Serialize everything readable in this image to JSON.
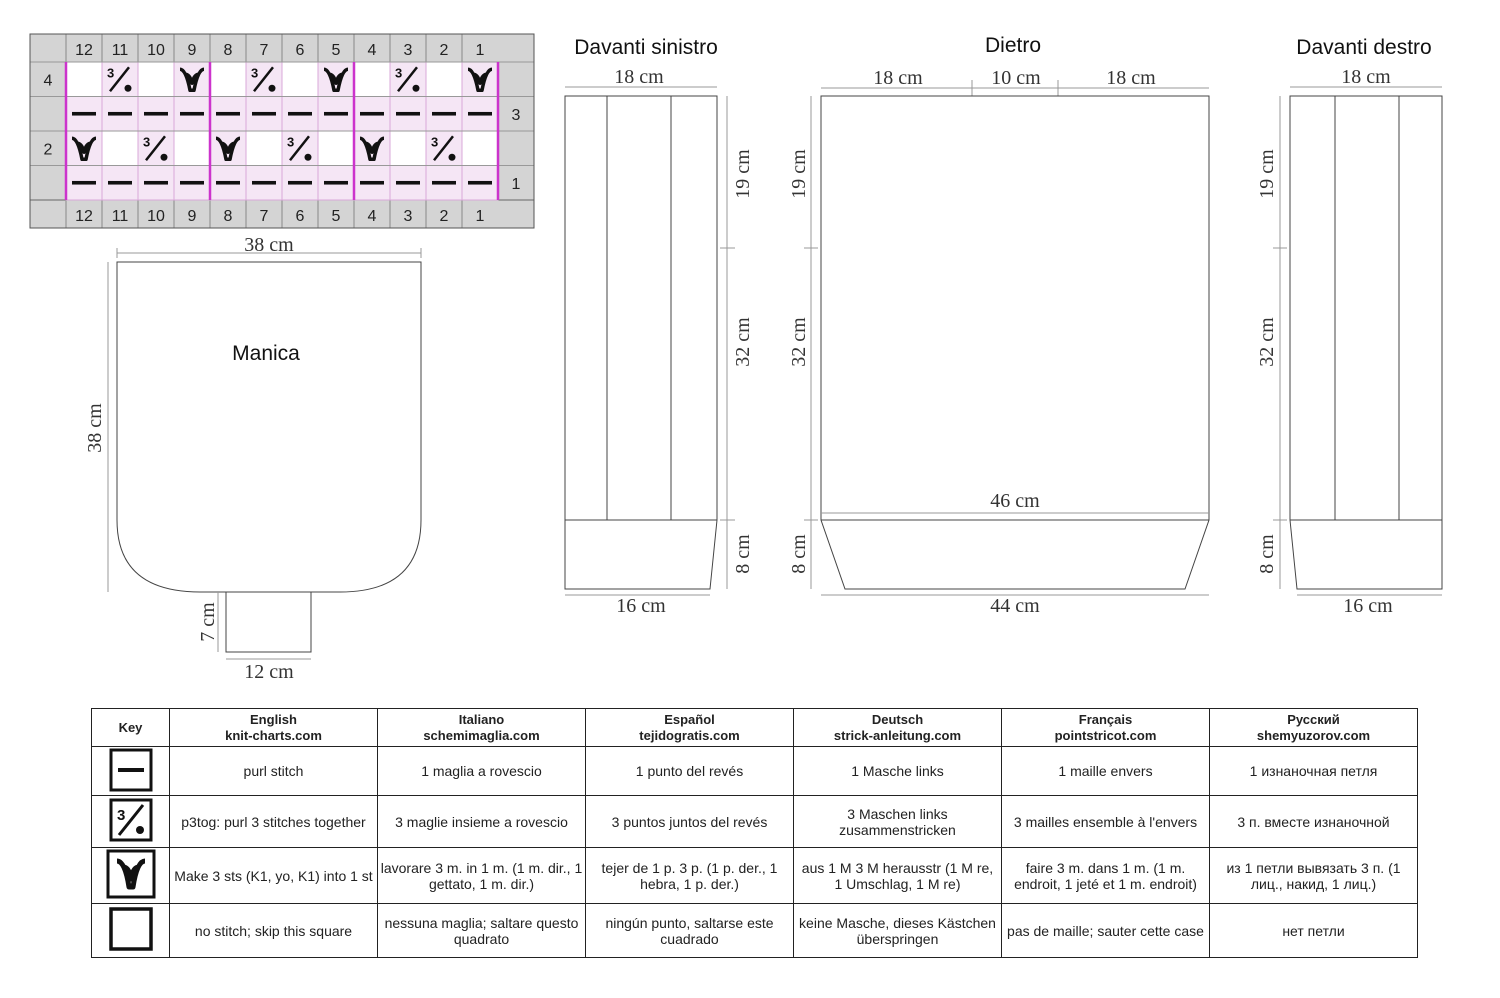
{
  "chart": {
    "col_numbers": [
      "12",
      "11",
      "10",
      "9",
      "8",
      "7",
      "6",
      "5",
      "4",
      "3",
      "2",
      "1"
    ],
    "row_labels_left": [
      "4",
      "",
      "2",
      ""
    ],
    "row_labels_right": [
      "",
      "3",
      "",
      "1"
    ],
    "rows": [
      [
        "empty",
        "p3tog",
        "empty",
        "inc3",
        "empty",
        "p3tog",
        "empty",
        "inc3",
        "empty",
        "p3tog",
        "empty",
        "inc3"
      ],
      [
        "purl",
        "purl",
        "purl",
        "purl",
        "purl",
        "purl",
        "purl",
        "purl",
        "purl",
        "purl",
        "purl",
        "purl"
      ],
      [
        "inc3",
        "empty",
        "p3tog",
        "empty",
        "inc3",
        "empty",
        "p3tog",
        "empty",
        "inc3",
        "empty",
        "p3tog",
        "empty"
      ],
      [
        "purl",
        "purl",
        "purl",
        "purl",
        "purl",
        "purl",
        "purl",
        "purl",
        "purl",
        "purl",
        "purl",
        "purl"
      ]
    ],
    "repeat_line_color": "#cc33cc",
    "cell_color": "#f5e6f5"
  },
  "pieces": {
    "sleeve": {
      "name": "Manica",
      "top": "38 cm",
      "height": "38 cm",
      "cuff_height": "7 cm",
      "cuff_width": "12 cm"
    },
    "left_front": {
      "name": "Davanti sinistro",
      "top": "18 cm",
      "upper": "19 cm",
      "middle": "32 cm",
      "rib": "8 cm",
      "bottom": "16 cm"
    },
    "back": {
      "name": "Dietro",
      "top_left": "18 cm",
      "top_mid": "10 cm",
      "top_right": "18 cm",
      "upper": "19 cm",
      "middle": "32 cm",
      "rib": "8 cm",
      "waist": "46 cm",
      "bottom": "44 cm"
    },
    "right_front": {
      "name": "Davanti destro",
      "top": "18 cm",
      "upper": "19 cm",
      "middle": "32 cm",
      "rib": "8 cm",
      "bottom": "16 cm"
    }
  },
  "legend": {
    "key_label": "Key",
    "columns": [
      {
        "lang": "English",
        "site": "knit-charts.com"
      },
      {
        "lang": "Italiano",
        "site": "schemimaglia.com"
      },
      {
        "lang": "Español",
        "site": "tejidogratis.com"
      },
      {
        "lang": "Deutsch",
        "site": "strick-anleitung.com"
      },
      {
        "lang": "Français",
        "site": "pointstricot.com"
      },
      {
        "lang": "Русский",
        "site": "shemyuzorov.com"
      }
    ],
    "rows": [
      {
        "symbol": "purl",
        "cells": [
          "purl stitch",
          "1 maglia a rovescio",
          "1 punto del   revés",
          "1 Masche links",
          "1 maille envers",
          "1 изнаночная петля"
        ]
      },
      {
        "symbol": "p3tog",
        "cells": [
          "p3tog: purl 3 stitches together",
          "3 maglie insieme a rovescio",
          "3 puntos juntos del revés",
          "3 Maschen links zusammenstricken",
          "3 mailles ensemble à l'envers",
          "3 п. вместе изнаночной"
        ]
      },
      {
        "symbol": "inc3",
        "cells": [
          "Make 3 sts (K1, yo, K1) into 1 st",
          "lavorare 3 m. in 1 m. (1 m. dir., 1 gettato, 1 m. dir.)",
          "tejer de 1 p. 3 p. (1 p. der., 1 hebra, 1 p. der.)",
          "aus 1 M 3 M herausstr (1 M re, 1 Umschlag, 1 M re)",
          "faire 3 m. dans 1 m. (1 m. endroit, 1 jeté  et 1 m. endroit)",
          "из 1 петли вывязать 3 п. (1 лиц., накид, 1 лиц.)"
        ]
      },
      {
        "symbol": "empty",
        "cells": [
          "no stitch; skip this square",
          "nessuna maglia; saltare questo quadrato",
          "ningún punto, saltarse este cuadrado",
          "keine Masche, dieses Kästchen überspringen",
          "pas de maille; sauter cette case",
          "нет петли"
        ]
      }
    ]
  }
}
